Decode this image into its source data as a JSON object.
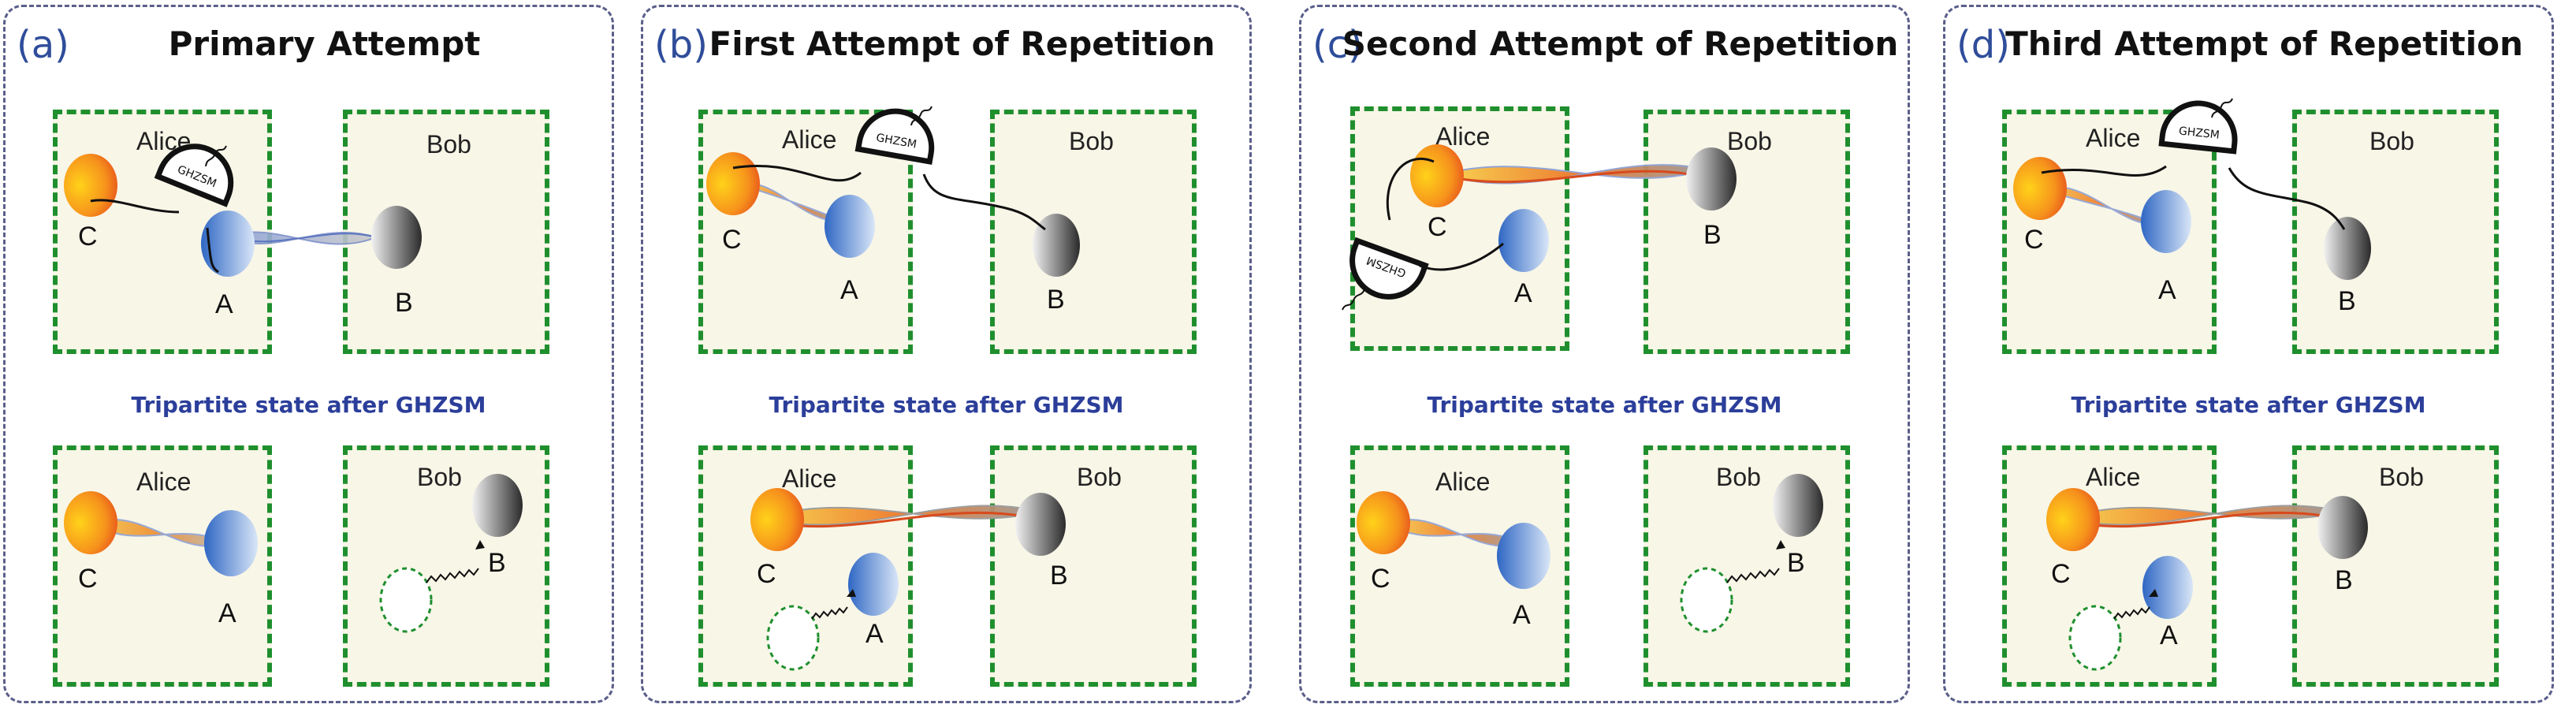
{
  "panels": [
    {
      "letter": "(a)",
      "title": "Primary Attempt",
      "caption": "Tripartite state after GHZSM",
      "box_alice": "Alice",
      "box_bob": "Bob",
      "q_c": "C",
      "q_a": "A",
      "q_b": "B",
      "detector": "GHZSM"
    },
    {
      "letter": "(b)",
      "title": "First Attempt of Repetition",
      "caption": "Tripartite state after GHZSM",
      "box_alice": "Alice",
      "box_bob": "Bob",
      "q_c": "C",
      "q_a": "A",
      "q_b": "B",
      "detector": "GHZSM"
    },
    {
      "letter": "(c)",
      "title": "Second Attempt of Repetition",
      "caption": "Tripartite state after GHZSM",
      "box_alice": "Alice",
      "box_bob": "Bob",
      "q_c": "C",
      "q_a": "A",
      "q_b": "B",
      "detector": "GHZSM"
    },
    {
      "letter": "(d)",
      "title": "Third Attempt of Repetition",
      "caption": "Tripartite state after GHZSM",
      "box_alice": "Alice",
      "box_bob": "Bob",
      "q_c": "C",
      "q_a": "A",
      "q_b": "B",
      "detector": "GHZSM"
    }
  ],
  "colors": {
    "panel_border": "#5a5f8a",
    "box_border": "#1f8f2e",
    "box_fill": "#f8f6e7",
    "caption": "#2b3e9a",
    "qubit_c": "#f6a31c",
    "qubit_a": "#3f7fd0",
    "qubit_b": "#444444"
  }
}
